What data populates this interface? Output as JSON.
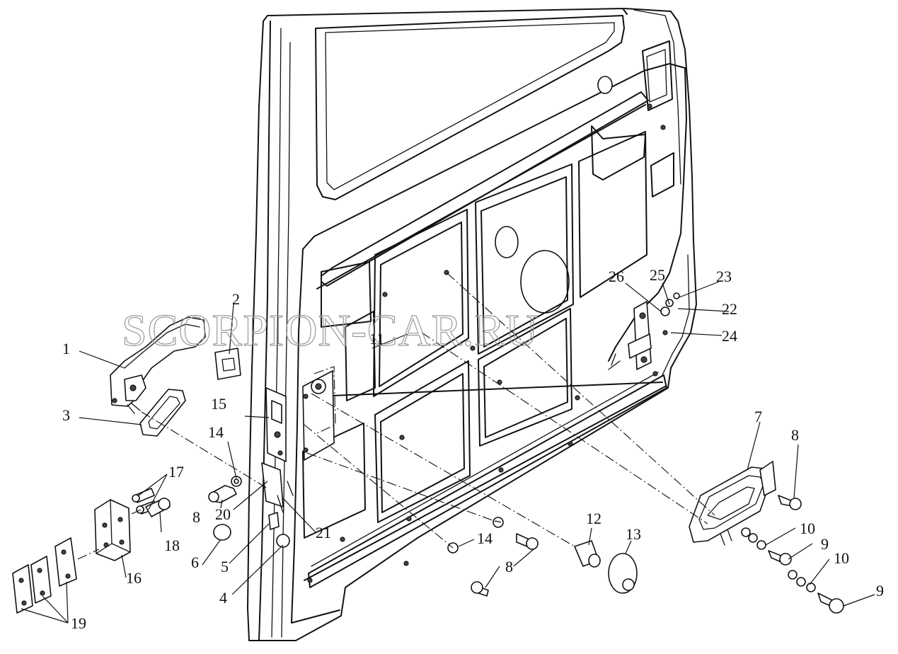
{
  "watermark": "SCORPION-CAR.RU",
  "callouts": {
    "c1": "1",
    "c2": "2",
    "c3": "3",
    "c4": "4",
    "c5": "5",
    "c6": "6",
    "c7": "7",
    "c8a": "8",
    "c8b": "8",
    "c8c": "8",
    "c9a": "9",
    "c9b": "9",
    "c10a": "10",
    "c10b": "10",
    "c11": "11",
    "c12": "12",
    "c13": "13",
    "c14a": "14",
    "c14b": "14",
    "c15": "15",
    "c16": "16",
    "c17": "17",
    "c18": "18",
    "c19": "19",
    "c20": "20",
    "c21": "21",
    "c22": "22",
    "c23": "23",
    "c24": "24",
    "c25": "25",
    "c26": "26"
  }
}
